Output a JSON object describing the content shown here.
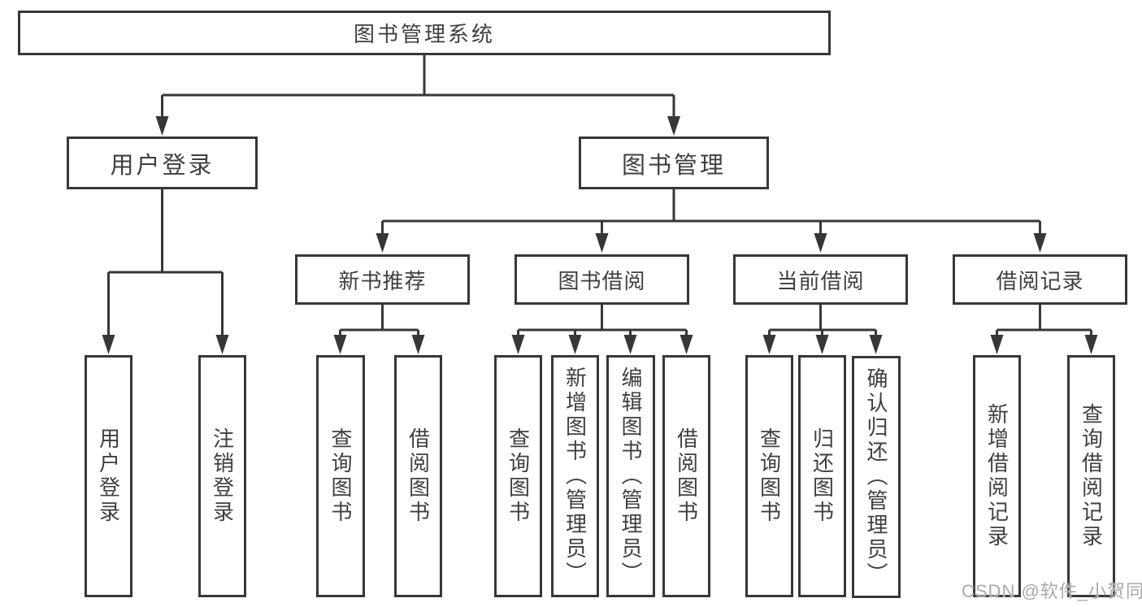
{
  "tree": {
    "root": {
      "label": "图书管理系统"
    },
    "branches": [
      {
        "label": "用户登录",
        "children": [
          {
            "label": "用户登录"
          },
          {
            "label": "注销登录"
          }
        ]
      },
      {
        "label": "图书管理",
        "children": [
          {
            "label": "新书推荐",
            "children": [
              {
                "label": "查询图书"
              },
              {
                "label": "借阅图书"
              }
            ]
          },
          {
            "label": "图书借阅",
            "children": [
              {
                "label": "查询图书"
              },
              {
                "label": "新增图书（管理员）"
              },
              {
                "label": "编辑图书（管理员）"
              },
              {
                "label": "借阅图书"
              }
            ]
          },
          {
            "label": "当前借阅",
            "children": [
              {
                "label": "查询图书"
              },
              {
                "label": "归还图书"
              },
              {
                "label": "确认归还（管理员）"
              }
            ]
          },
          {
            "label": "借阅记录",
            "children": [
              {
                "label": "新增借阅记录"
              },
              {
                "label": "查询借阅记录"
              }
            ]
          }
        ]
      }
    ]
  },
  "watermark": {
    "text": "CSDN @软件_小贺同学"
  },
  "colors": {
    "line": "#373737",
    "box_border": "#373737",
    "text": "#3f3f3f",
    "background": "#ffffff",
    "watermark": "#a9a9a9"
  }
}
